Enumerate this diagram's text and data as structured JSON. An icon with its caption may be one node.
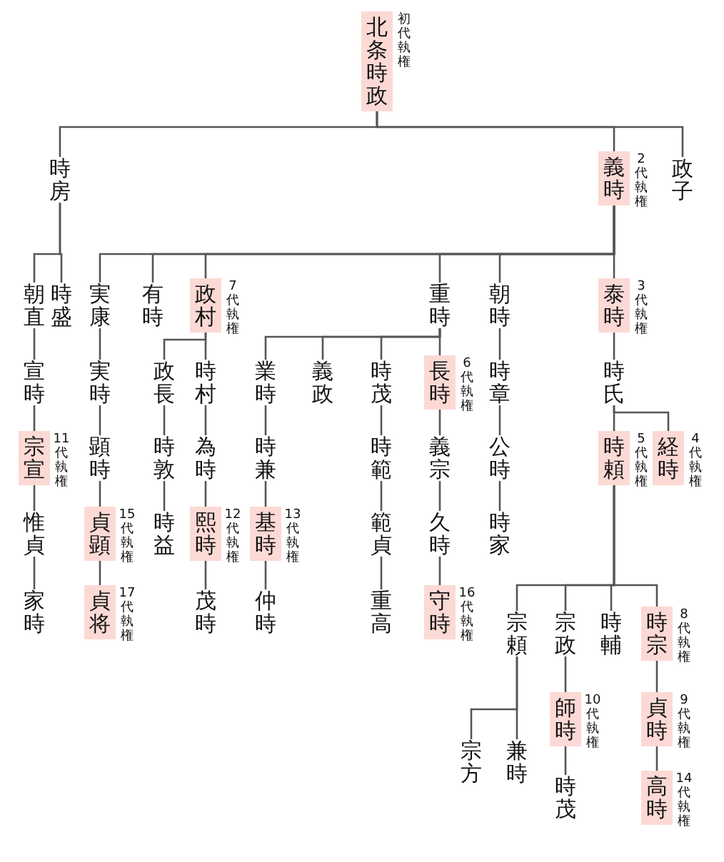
{
  "diagram": {
    "nodes": [
      {
        "text": [
          "北条時政"
        ],
        "beside": [
          "初代執権"
        ]
      },
      {
        "text": [
          "時房"
        ]
      },
      {
        "text": [
          "義時"
        ],
        "beside": [
          "2代執権"
        ]
      },
      {
        "text": [
          "政子"
        ]
      },
      {
        "text": [
          "朝直"
        ]
      },
      {
        "text": [
          "時盛"
        ]
      },
      {
        "text": [
          "実康"
        ]
      },
      {
        "text": [
          "有時"
        ]
      },
      {
        "text": [
          "政村"
        ],
        "beside": [
          "7代執権"
        ]
      },
      {
        "text": [
          "重時"
        ]
      },
      {
        "text": [
          "朝時"
        ]
      },
      {
        "text": [
          "泰時"
        ],
        "beside": [
          "3代執権"
        ]
      },
      {
        "text": [
          "宣時"
        ]
      },
      {
        "text": [
          "実時"
        ]
      },
      {
        "text": [
          "政長"
        ]
      },
      {
        "text": [
          "時村"
        ]
      },
      {
        "text": [
          "業時"
        ]
      },
      {
        "text": [
          "義政"
        ]
      },
      {
        "text": [
          "時茂"
        ]
      },
      {
        "text": [
          "長時"
        ],
        "beside": [
          "6代執権"
        ]
      },
      {
        "text": [
          "時章"
        ]
      },
      {
        "text": [
          "時氏"
        ]
      },
      {
        "text": [
          "宗宣"
        ],
        "beside": [
          "11代執権"
        ]
      },
      {
        "text": [
          "顕時"
        ]
      },
      {
        "text": [
          "時敦"
        ]
      },
      {
        "text": [
          "為時"
        ]
      },
      {
        "text": [
          "時兼"
        ]
      },
      {
        "text": [
          "時範"
        ]
      },
      {
        "text": [
          "義宗"
        ]
      },
      {
        "text": [
          "公時"
        ]
      },
      {
        "text": [
          "時頼"
        ],
        "beside": [
          "5代執権"
        ]
      },
      {
        "text": [
          "経時"
        ],
        "beside": [
          "4代執権"
        ]
      },
      {
        "text": [
          "惟貞"
        ]
      },
      {
        "text": [
          "貞顕"
        ],
        "beside": [
          "15代執権"
        ]
      },
      {
        "text": [
          "時益"
        ]
      },
      {
        "text": [
          "熙時"
        ],
        "beside": [
          "12代執権"
        ]
      },
      {
        "text": [
          "基時"
        ],
        "beside": [
          "13代執権"
        ]
      },
      {
        "text": [
          "範貞"
        ]
      },
      {
        "text": [
          "久時"
        ]
      },
      {
        "text": [
          "時家"
        ]
      },
      {
        "text": [
          "家時"
        ]
      },
      {
        "text": [
          "貞将"
        ],
        "beside": [
          "17代執権"
        ]
      },
      {
        "text": [
          "茂時"
        ]
      },
      {
        "text": [
          "仲時"
        ]
      },
      {
        "text": [
          "重高"
        ]
      },
      {
        "text": [
          "守時"
        ],
        "beside": [
          "16代執権"
        ]
      },
      {
        "text": [
          "宗頼"
        ]
      },
      {
        "text": [
          "宗政"
        ]
      },
      {
        "text": [
          "時輔"
        ]
      },
      {
        "text": [
          "時宗"
        ],
        "beside": [
          "8代執権"
        ]
      },
      {
        "text": [
          "師時"
        ],
        "beside": [
          "10代執権"
        ]
      },
      {
        "text": [
          "貞時"
        ],
        "beside": [
          "9代執権"
        ]
      },
      {
        "text": [
          "宗方"
        ]
      },
      {
        "text": [
          "兼時"
        ]
      },
      {
        "text": [
          "時茂"
        ]
      },
      {
        "text": [
          "高時"
        ],
        "beside": [
          "14代執権"
        ]
      }
    ],
    "edges": [
      {
        "from": 0,
        "to": 1,
        "arrow": "none"
      },
      {
        "from": 0,
        "to": 2,
        "arrow": "none"
      },
      {
        "from": 0,
        "to": 3,
        "arrow": "none"
      },
      {
        "from": 1,
        "to": 4,
        "arrow": "none"
      },
      {
        "from": 1,
        "to": 5,
        "arrow": "none"
      },
      {
        "from": 2,
        "to": 6,
        "arrow": "none"
      },
      {
        "from": 2,
        "to": 7,
        "arrow": "none"
      },
      {
        "from": 2,
        "to": 8,
        "arrow": "none"
      },
      {
        "from": 2,
        "to": 9,
        "arrow": "none"
      },
      {
        "from": 2,
        "to": 10,
        "arrow": "none"
      },
      {
        "from": 2,
        "to": 11,
        "arrow": "none"
      },
      {
        "from": 4,
        "to": 12,
        "arrow": "none"
      },
      {
        "from": 6,
        "to": 13,
        "arrow": "none"
      },
      {
        "from": 8,
        "to": 14,
        "arrow": "none"
      },
      {
        "from": 8,
        "to": 15,
        "arrow": "none"
      },
      {
        "from": 9,
        "to": 16,
        "arrow": "none"
      },
      {
        "from": 9,
        "to": 17,
        "arrow": "none"
      },
      {
        "from": 9,
        "to": 18,
        "arrow": "none"
      },
      {
        "from": 9,
        "to": 19,
        "arrow": "none"
      },
      {
        "from": 10,
        "to": 20,
        "arrow": "none"
      },
      {
        "from": 11,
        "to": 21,
        "arrow": "none"
      },
      {
        "from": 12,
        "to": 22,
        "arrow": "none"
      },
      {
        "from": 13,
        "to": 23,
        "arrow": "none"
      },
      {
        "from": 14,
        "to": 24,
        "arrow": "none"
      },
      {
        "from": 15,
        "to": 25,
        "arrow": "none"
      },
      {
        "from": 16,
        "to": 26,
        "arrow": "none"
      },
      {
        "from": 18,
        "to": 27,
        "arrow": "none"
      },
      {
        "from": 19,
        "to": 28,
        "arrow": "none"
      },
      {
        "from": 20,
        "to": 29,
        "arrow": "none"
      },
      {
        "from": 21,
        "to": 30,
        "arrow": "none"
      },
      {
        "from": 21,
        "to": 31,
        "arrow": "none"
      },
      {
        "from": 22,
        "to": 32,
        "arrow": "none"
      },
      {
        "from": 23,
        "to": 33,
        "arrow": "none"
      },
      {
        "from": 24,
        "to": 34,
        "arrow": "none"
      },
      {
        "from": 25,
        "to": 35,
        "arrow": "none"
      },
      {
        "from": 26,
        "to": 36,
        "arrow": "none"
      },
      {
        "from": 27,
        "to": 37,
        "arrow": "none"
      },
      {
        "from": 28,
        "to": 38,
        "arrow": "none"
      },
      {
        "from": 29,
        "to": 39,
        "arrow": "none"
      },
      {
        "from": 32,
        "to": 40,
        "arrow": "none"
      },
      {
        "from": 33,
        "to": 41,
        "arrow": "none"
      },
      {
        "from": 35,
        "to": 42,
        "arrow": "none"
      },
      {
        "from": 36,
        "to": 43,
        "arrow": "none"
      },
      {
        "from": 37,
        "to": 44,
        "arrow": "none"
      },
      {
        "from": 38,
        "to": 45,
        "arrow": "none"
      },
      {
        "from": 30,
        "to": 46,
        "arrow": "none"
      },
      {
        "from": 30,
        "to": 47,
        "arrow": "none"
      },
      {
        "from": 30,
        "to": 48,
        "arrow": "none"
      },
      {
        "from": 30,
        "to": 49,
        "arrow": "none"
      },
      {
        "from": 47,
        "to": 50,
        "arrow": "none"
      },
      {
        "from": 49,
        "to": 51,
        "arrow": "none"
      },
      {
        "from": 46,
        "to": 52,
        "arrow": "none"
      },
      {
        "from": 46,
        "to": 53,
        "arrow": "none"
      },
      {
        "from": 50,
        "to": 54,
        "arrow": "none"
      },
      {
        "from": 51,
        "to": 55,
        "arrow": "none"
      }
    ]
  }
}
